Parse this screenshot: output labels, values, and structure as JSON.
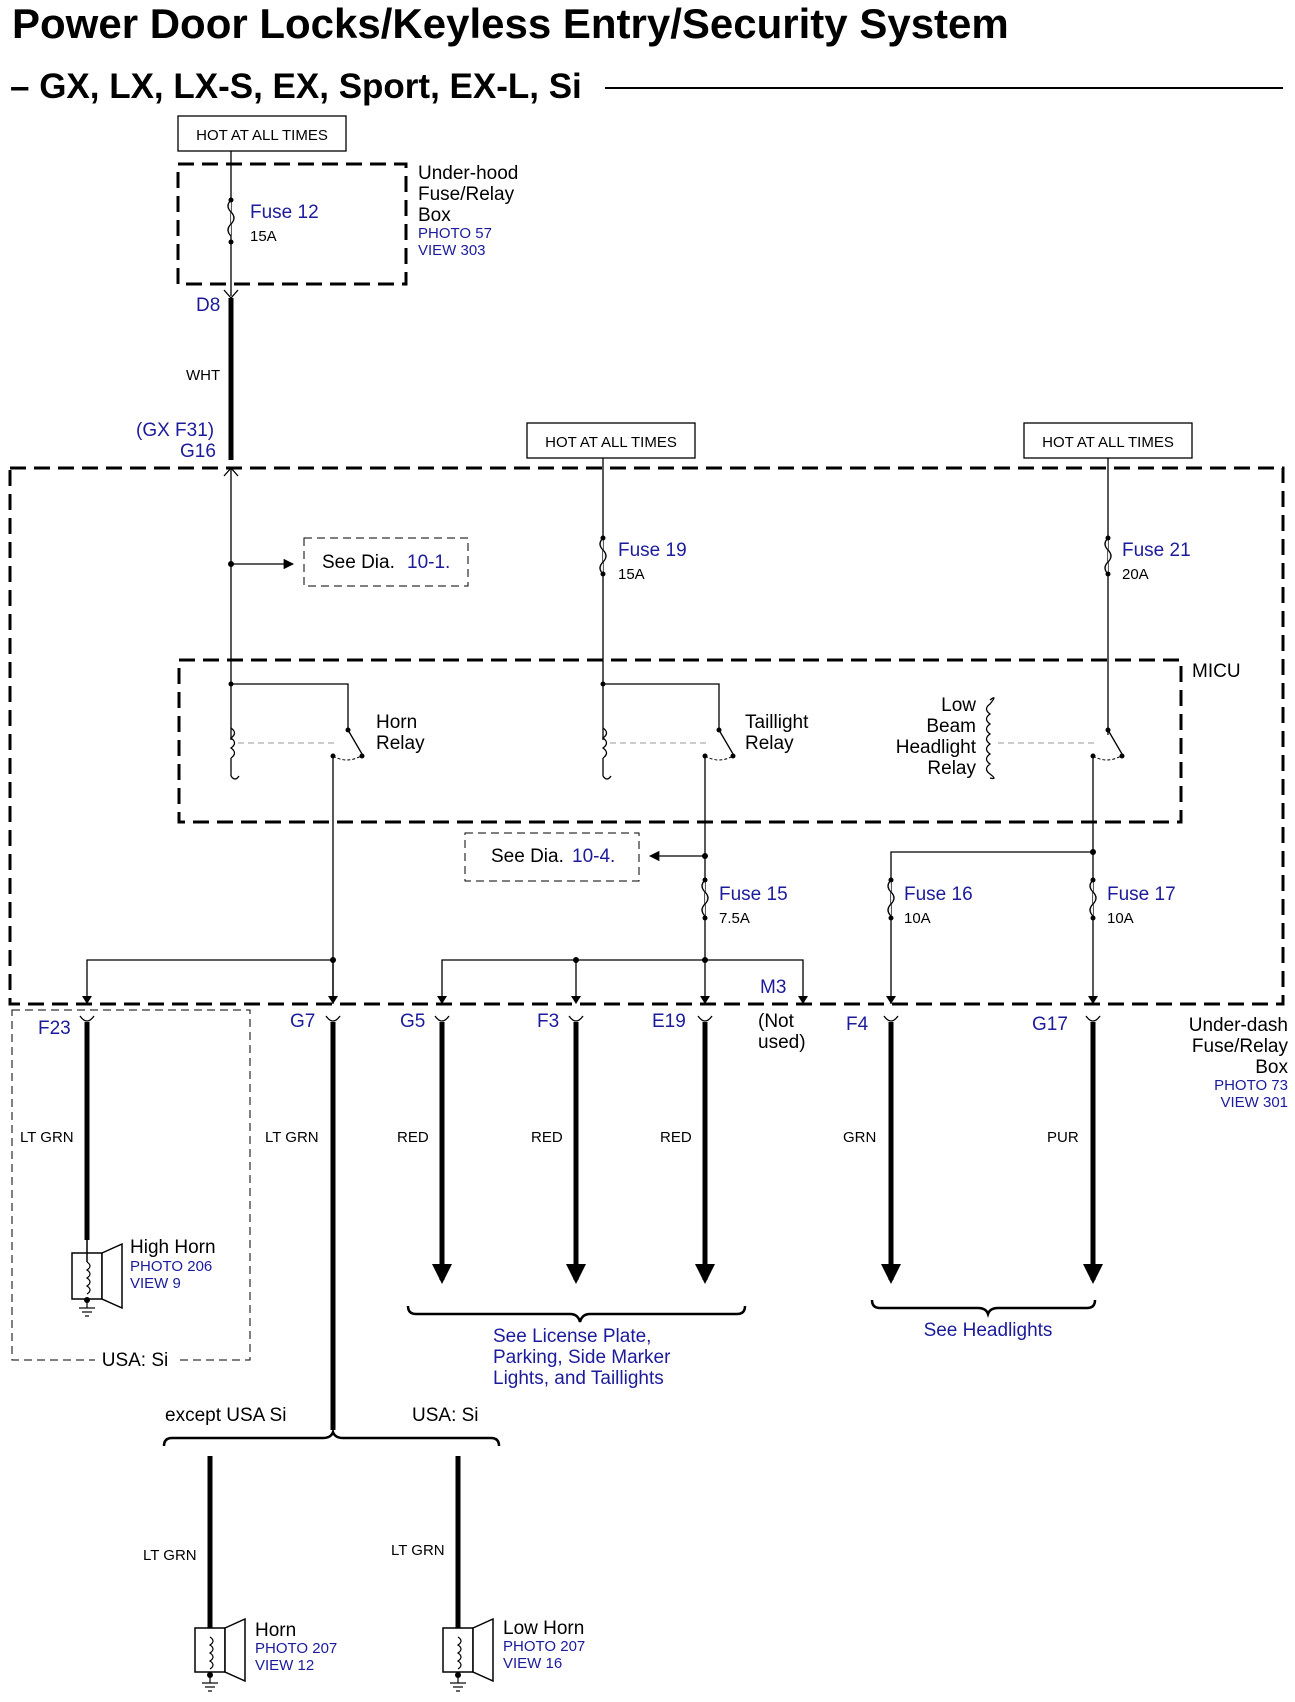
{
  "title": "Power Door Locks/Keyless Entry/Security System",
  "subtitle": "– GX, LX, LX-S, EX, Sport, EX-L, Si",
  "power_labels": {
    "top": "HOT AT ALL TIMES",
    "mid": "HOT AT ALL TIMES",
    "right": "HOT AT ALL TIMES"
  },
  "underhood_box": {
    "name_line1": "Under-hood",
    "name_line2": "Fuse/Relay",
    "name_line3": "Box",
    "photo": "PHOTO 57",
    "view": "VIEW 303",
    "fuse_name": "Fuse 12",
    "fuse_rating": "15A"
  },
  "connectors": {
    "d8": "D8",
    "gx": "(GX F31)",
    "g16": "G16",
    "f23": "F23",
    "g7": "G7",
    "g5": "G5",
    "f3": "F3",
    "e19": "E19",
    "m3": "M3",
    "not_used_1": "(Not",
    "not_used_2": "used)",
    "f4": "F4",
    "g17": "G17"
  },
  "wire_colors": {
    "wht": "WHT",
    "f23": "LT GRN",
    "g7": "LT GRN",
    "g5": "RED",
    "f3": "RED",
    "e19": "RED",
    "f4": "GRN",
    "g17": "PUR",
    "horn": "LT GRN",
    "low_horn": "LT GRN"
  },
  "underdash_box": {
    "name_line1": "Under-dash",
    "name_line2": "Fuse/Relay",
    "name_line3": "Box",
    "photo": "PHOTO 73",
    "view": "VIEW 301"
  },
  "fuses": {
    "f19_name": "Fuse 19",
    "f19_rating": "15A",
    "f21_name": "Fuse 21",
    "f21_rating": "20A",
    "f15_name": "Fuse 15",
    "f15_rating": "7.5A",
    "f16_name": "Fuse 16",
    "f16_rating": "10A",
    "f17_name": "Fuse 17",
    "f17_rating": "10A"
  },
  "see_dia": {
    "a_prefix": "See Dia.",
    "a_ref": "10-1.",
    "b_prefix": "See Dia.",
    "b_ref": "10-4."
  },
  "micu": "MICU",
  "relays": {
    "horn_1": "Horn",
    "horn_2": "Relay",
    "tail_1": "Taillight",
    "tail_2": "Relay",
    "low_1": "Low",
    "low_2": "Beam",
    "low_3": "Headlight",
    "low_4": "Relay"
  },
  "components": {
    "high_horn": "High Horn",
    "high_horn_photo": "PHOTO 206",
    "high_horn_view": "VIEW 9",
    "horn": "Horn",
    "horn_photo": "PHOTO 207",
    "horn_view": "VIEW 12",
    "low_horn": "Low Horn",
    "low_horn_photo": "PHOTO 207",
    "low_horn_view": "VIEW 16"
  },
  "notes": {
    "usa_si_box": "USA: Si",
    "except_usa_si": "except USA Si",
    "usa_si": "USA: Si",
    "see_license_1": "See License Plate,",
    "see_license_2": "Parking, Side Marker",
    "see_license_3": "Lights, and Taillights",
    "see_headlights": "See Headlights"
  }
}
